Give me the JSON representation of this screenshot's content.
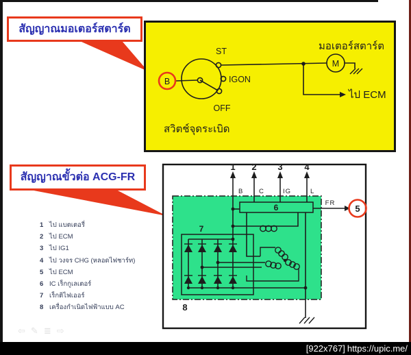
{
  "colors": {
    "yellow_bg": "#f6ef00",
    "green_bg": "#2ee18b",
    "accent_red": "#e8391c",
    "label_blue": "#2a2fb0",
    "line": "#1d1d1d",
    "legend_text": "#333c57"
  },
  "callouts": {
    "starter": "สัญญาณมอเตอร์สตาร์ต",
    "acg": "สัญญาณขั้วต่อ ACG-FR"
  },
  "starter_diagram": {
    "terminal_b": "B",
    "st": "ST",
    "igon": "IGON",
    "off": "OFF",
    "motor_label": "มอเตอร์สตาร์ต",
    "motor_symbol": "M",
    "switch_label": "สวิตช์จุดระเบิด",
    "to_ecm": "ไป ECM"
  },
  "acg_diagram": {
    "pin1": "1",
    "pin2": "2",
    "pin3": "3",
    "pin4": "4",
    "term_b": "B",
    "term_c": "C",
    "term_ig": "IG",
    "term_l": "L",
    "regulator": "6",
    "fr": "FR",
    "pin5": "5",
    "rectifier": "7",
    "generator": "8"
  },
  "legend": {
    "items": [
      {
        "num": "1",
        "text": "ไป แบตเตอรี่"
      },
      {
        "num": "2",
        "text": "ไป ECM"
      },
      {
        "num": "3",
        "text": "ไป IG1"
      },
      {
        "num": "4",
        "text": "ไป วงจร CHG (หลอดไฟชาร์ท)"
      },
      {
        "num": "5",
        "text": "ไป ECM"
      },
      {
        "num": "6",
        "text": "IC เร็กกูเลเตอร์"
      },
      {
        "num": "7",
        "text": "เร็กติไฟเออร์"
      },
      {
        "num": "8",
        "text": "เครื่องกำเนิดไฟฟ้าแบบ AC"
      }
    ]
  },
  "toolbar": {
    "icons": [
      {
        "name": "back-icon",
        "glyph": "⇦"
      },
      {
        "name": "pencil-icon",
        "glyph": "✎"
      },
      {
        "name": "list-icon",
        "glyph": "≣"
      },
      {
        "name": "forward-icon",
        "glyph": "⇨"
      }
    ]
  },
  "footer": {
    "resolution": "[922x767]",
    "url": "https://upic.me/"
  }
}
